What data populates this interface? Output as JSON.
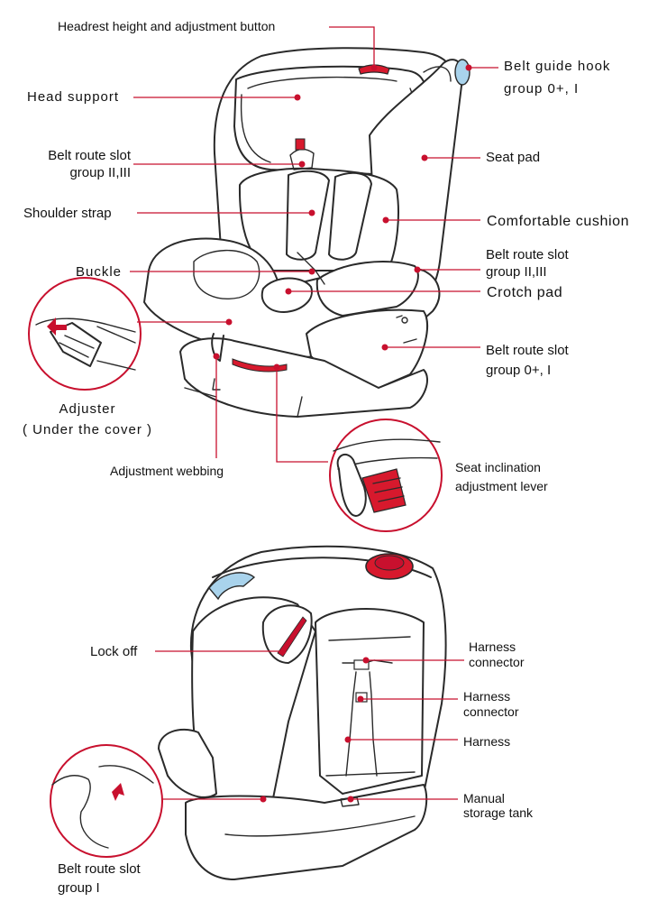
{
  "colors": {
    "leader": "#c8102e",
    "accent_red": "#d7192d",
    "accent_blue": "#a9d3ec",
    "outline": "#2a2a2a"
  },
  "labels": {
    "headrest_button": "Headrest height and adjustment button",
    "head_support": "Head support",
    "belt_guide_hook": [
      "Belt guide hook",
      "group 0+, I"
    ],
    "belt_route_23_left": [
      "Belt route slot",
      "group II,III"
    ],
    "seat_pad": "Seat pad",
    "shoulder_strap": "Shoulder strap",
    "comfortable_cushion": "Comfortable cushion",
    "belt_route_23_right": [
      "Belt route slot",
      "group II,III"
    ],
    "buckle": "Buckle",
    "crotch_pad": "Crotch pad",
    "belt_route_0": [
      "Belt route slot",
      "group 0+, I"
    ],
    "adjuster": [
      "Adjuster",
      "( Under the cover )"
    ],
    "adjustment_webbing": "Adjustment webbing",
    "seat_inclination": [
      "Seat inclination",
      "adjustment lever"
    ],
    "lock_off": "Lock off",
    "harness_connector_1": [
      "Harness",
      "connector"
    ],
    "harness_connector_2": [
      "Harness",
      "connector"
    ],
    "harness": "Harness",
    "storage": [
      "Manual",
      "storage tank"
    ],
    "belt_route_group1": [
      "Belt route slot",
      "group I"
    ]
  }
}
